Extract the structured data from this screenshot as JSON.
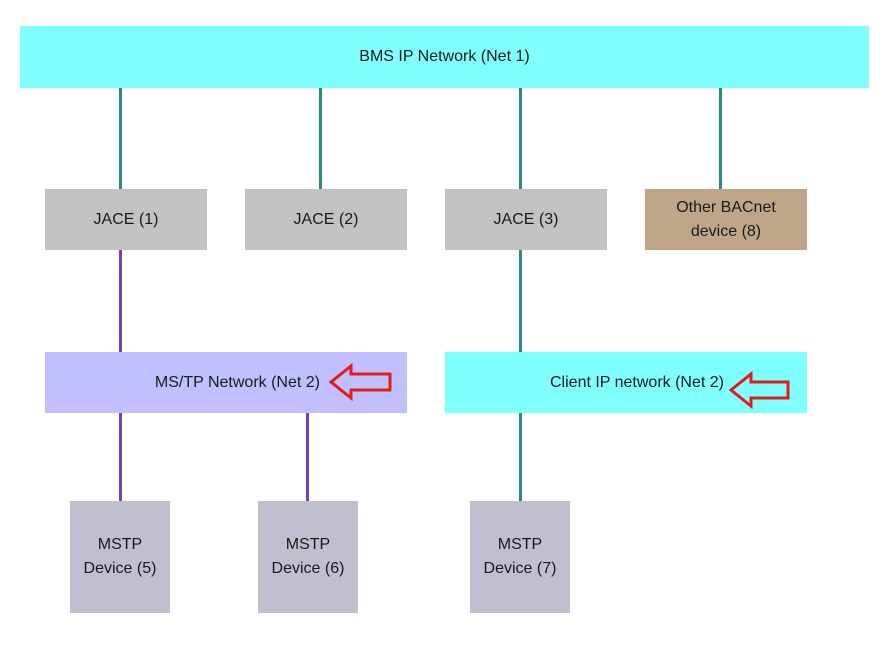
{
  "bms_network": {
    "label": "BMS IP Network (Net 1)",
    "color": "#80ffff"
  },
  "jace1": {
    "label": "JACE (1)"
  },
  "jace2": {
    "label": "JACE (2)"
  },
  "jace3": {
    "label": "JACE (3)"
  },
  "other_device": {
    "line1": "Other BACnet",
    "line2": "device (8)",
    "color": "#bfa689"
  },
  "mstp_network": {
    "label": "MS/TP Network (Net 2)",
    "color": "#c0c0ff"
  },
  "client_network": {
    "label": "Client IP network (Net 2)",
    "color": "#80ffff"
  },
  "device5": {
    "line1": "MSTP",
    "line2": "Device (5)"
  },
  "device6": {
    "line1": "MSTP",
    "line2": "Device (6)"
  },
  "device7": {
    "line1": "MSTP",
    "line2": "Device (7)"
  },
  "colors": {
    "jace": "#c2c2c2",
    "device": "#c0bfcf",
    "teal_line": "#2a8a86",
    "purple_line": "#7a3fb8",
    "arrow": "#e31b1b"
  }
}
